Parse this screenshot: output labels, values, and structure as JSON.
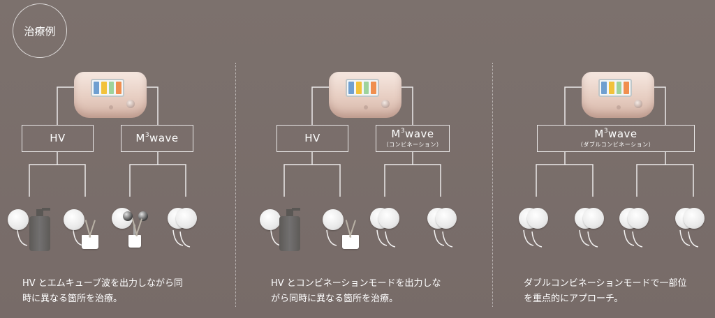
{
  "badge": {
    "label": "治療例"
  },
  "panels": [
    {
      "box1": {
        "label": "HV"
      },
      "box2": {
        "label_main": "M",
        "label_sup": "3",
        "label_rest": "wave",
        "sub": ""
      },
      "caption": {
        "line1": "HV とエムキューブ波を出力しながら同",
        "line2": "時に異なる箇所を治療。"
      }
    },
    {
      "box1": {
        "label": "HV"
      },
      "box2": {
        "label_main": "M",
        "label_sup": "3",
        "label_rest": "wave",
        "sub": "（コンビネーション）"
      },
      "caption": {
        "line1": "HV とコンビネーションモードを出力しな",
        "line2": "がら同時に異なる箇所を治療。"
      }
    },
    {
      "box1": {
        "label_main": "M",
        "label_sup": "3",
        "label_rest": "wave",
        "sub": "（ダブルコンビネーション）"
      },
      "caption": {
        "line1": "ダブルコンビネーションモードで一部位",
        "line2": "を重点的にアプローチ。"
      }
    }
  ],
  "colors": {
    "background": "#7a6f6b",
    "device": "#e7cec2",
    "screen_bars": [
      "#6f9fd0",
      "#f2c23b",
      "#9ed39b",
      "#f08f4f"
    ]
  },
  "icons": {
    "device": "therapy-device-icon",
    "pad": "electrode-pad-icon",
    "bottle": "gel-bottle-icon",
    "cup": "probe-cup-icon",
    "ball": "ball-probe-icon"
  }
}
